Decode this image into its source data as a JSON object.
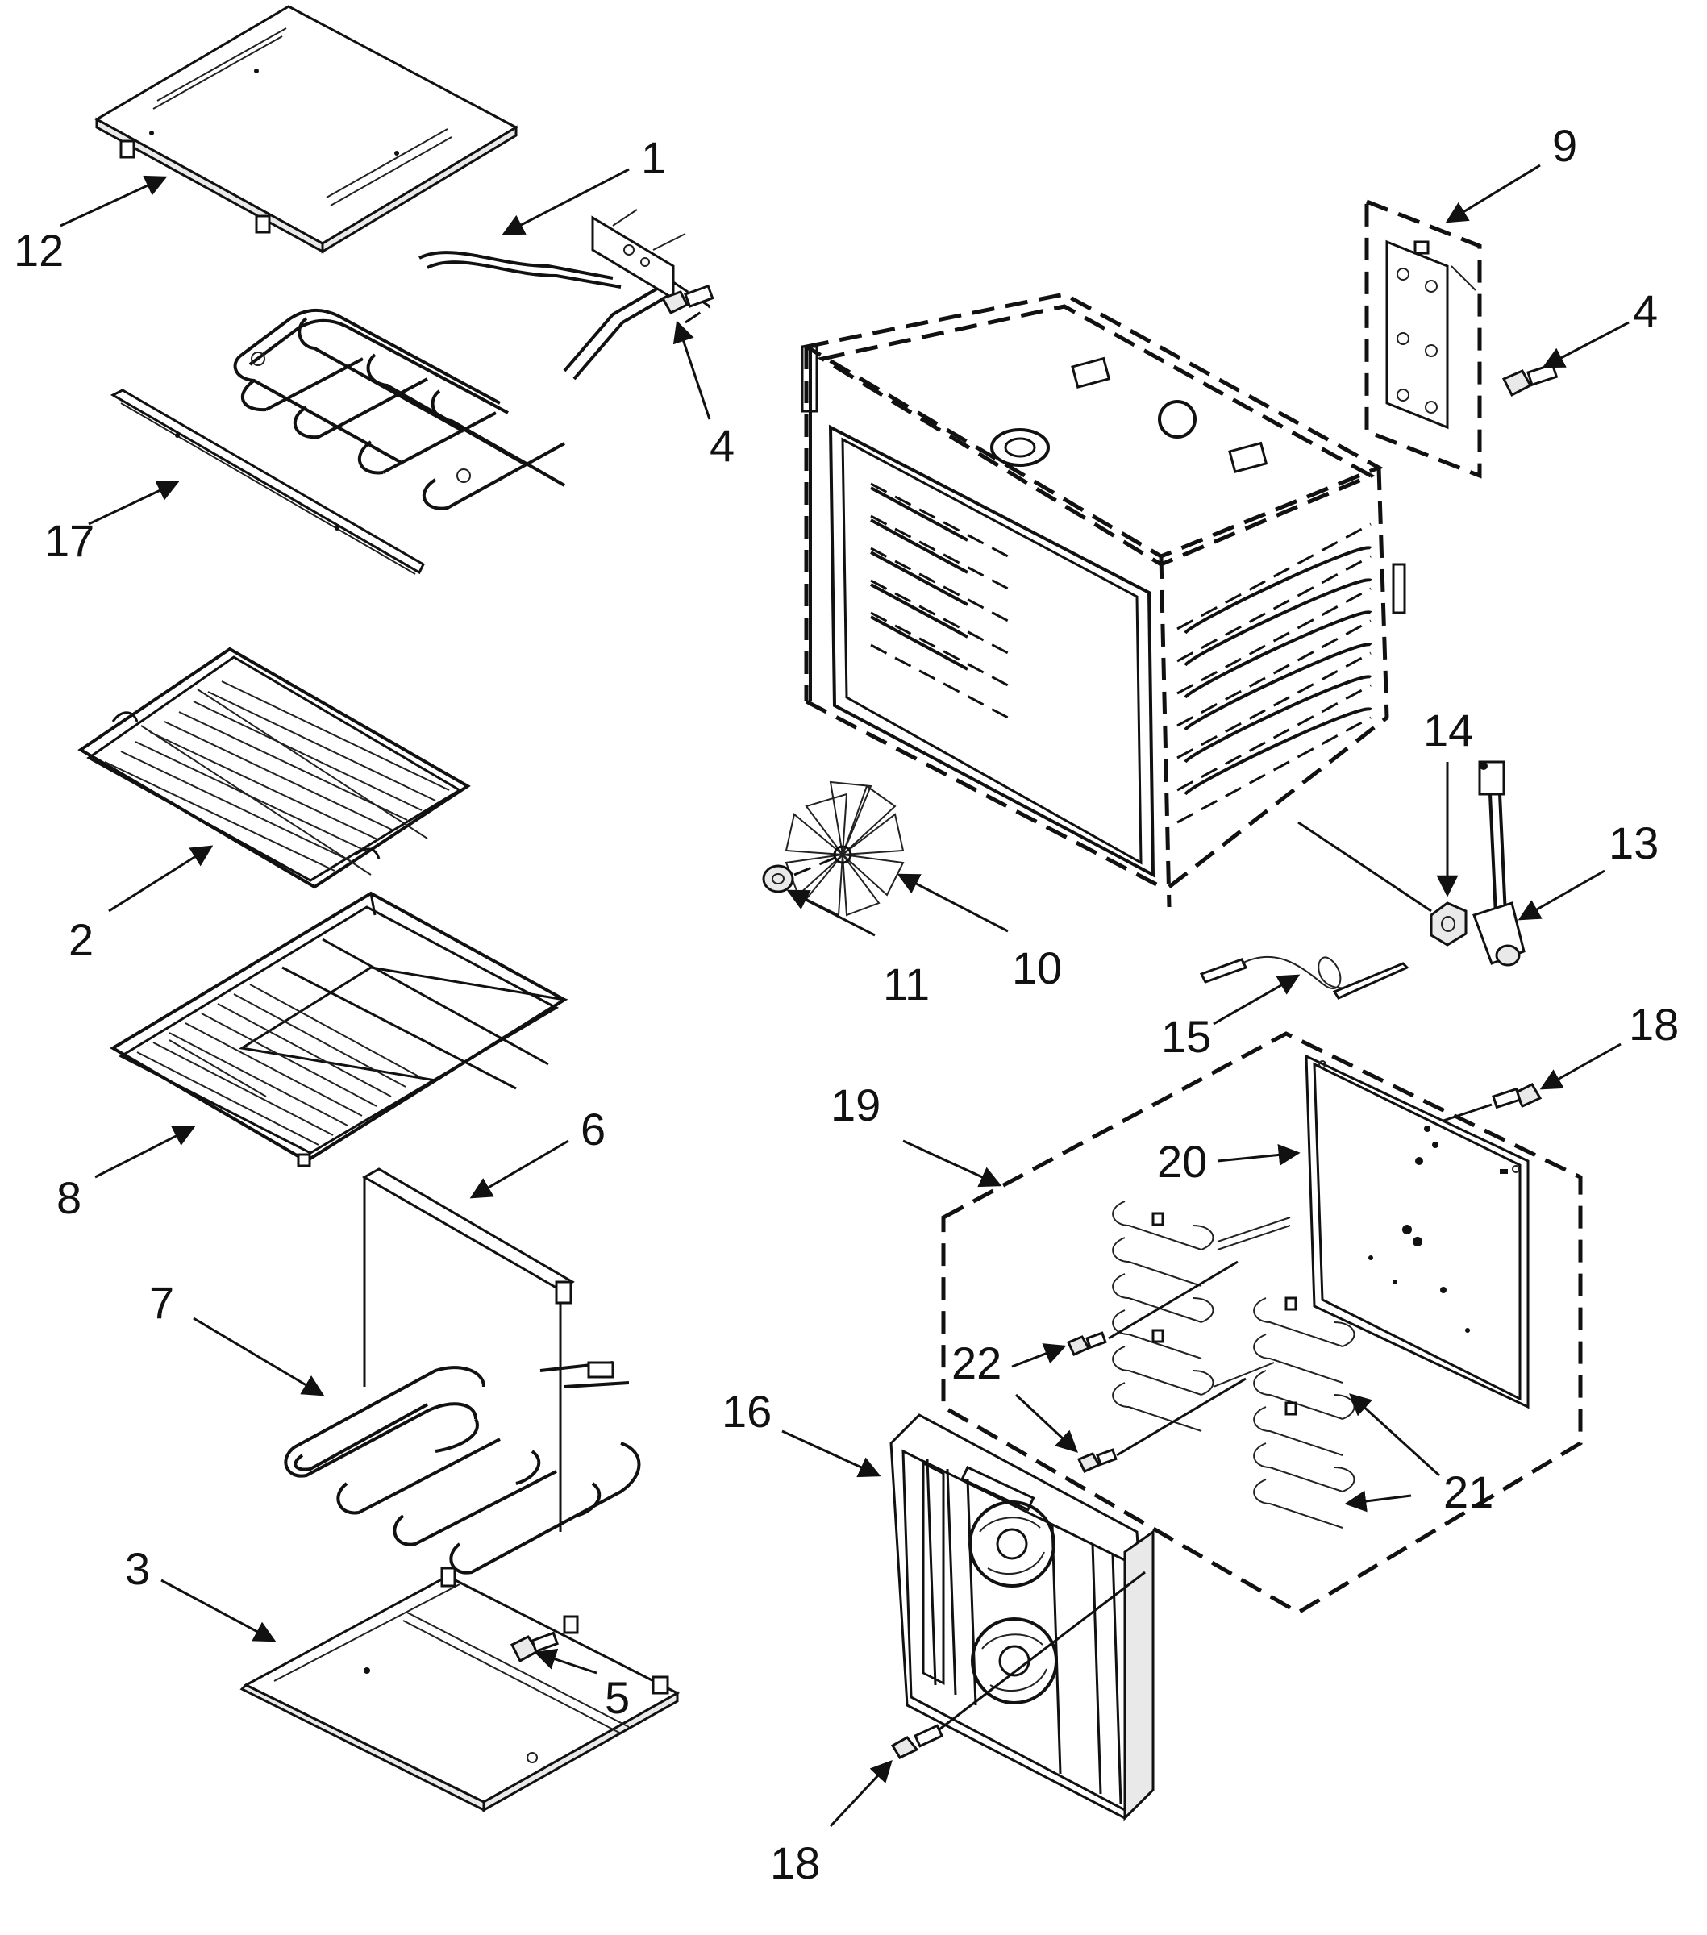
{
  "labels": {
    "p1": "1",
    "p2": "2",
    "p3": "3",
    "p4a": "4",
    "p4b": "4",
    "p5": "5",
    "p6": "6",
    "p7": "7",
    "p8": "8",
    "p9": "9",
    "p10": "10",
    "p11": "11",
    "p12": "12",
    "p13": "13",
    "p14": "14",
    "p15": "15",
    "p16": "16",
    "p17": "17",
    "p18a": "18",
    "p18b": "18",
    "p19": "19",
    "p20": "20",
    "p21": "21",
    "p22": "22"
  }
}
